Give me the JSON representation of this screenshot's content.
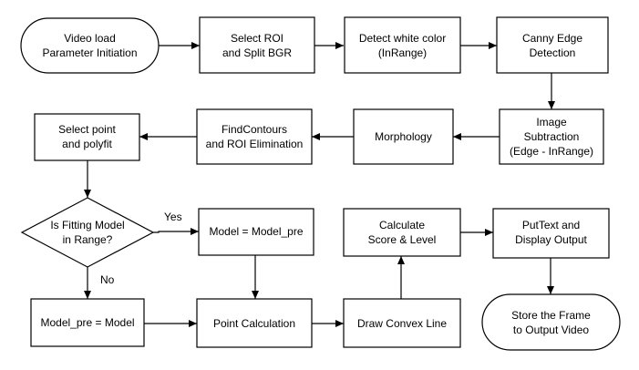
{
  "nodes": {
    "video_load": {
      "line1": "Video load",
      "line2": "Parameter Initiation"
    },
    "select_roi": {
      "line1": "Select ROI",
      "line2": "and Split BGR"
    },
    "detect_white": {
      "line1": "Detect white color",
      "line2": "(InRange)"
    },
    "canny": {
      "line1": "Canny Edge",
      "line2": "Detection"
    },
    "image_subtraction": {
      "line1": "Image",
      "line2": "Subtraction",
      "line3": "(Edge - InRange)"
    },
    "morphology": {
      "line1": "Morphology"
    },
    "find_contours": {
      "line1": "FindContours",
      "line2": "and ROI Elimination"
    },
    "select_point": {
      "line1": "Select point",
      "line2": "and polyfit"
    },
    "decision": {
      "line1": "Is Fitting Model",
      "line2": "in Range?"
    },
    "model_eq_pre": {
      "line1": "Model = Model_pre"
    },
    "model_pre_eq": {
      "line1": "Model_pre = Model"
    },
    "point_calc": {
      "line1": "Point Calculation"
    },
    "convex_line": {
      "line1": "Draw Convex Line"
    },
    "calc_score": {
      "line1": "Calculate",
      "line2": "Score & Level"
    },
    "put_text": {
      "line1": "PutText and",
      "line2": "Display Output"
    },
    "store_frame": {
      "line1": "Store the Frame",
      "line2": "to Output Video"
    }
  },
  "edges": {
    "yes_label": "Yes",
    "no_label": "No"
  },
  "colors": {
    "stroke": "#000000",
    "fill": "#ffffff"
  }
}
